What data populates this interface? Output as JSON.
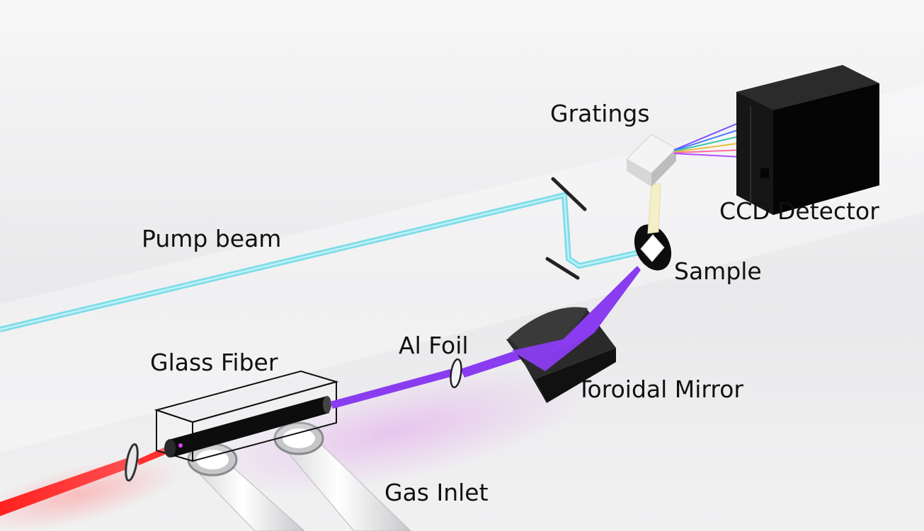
{
  "labels": {
    "pump_beam": "Pump beam",
    "gratings": "Gratings",
    "ccd_detector": "CCD Detector",
    "sample": "Sample",
    "al_foil": "Al Foil",
    "glass_fiber": "Glass Fiber",
    "toroidal_mirror": "Toroidal Mirror",
    "gas_inlet": "Gas Inlet"
  },
  "colors": {
    "pump_beam": "#7fdce8",
    "driving_laser": "#ff2a2a",
    "xuv_beam": "#8a3cf0",
    "background": "#ececee",
    "detector": "#0e0e0e"
  }
}
